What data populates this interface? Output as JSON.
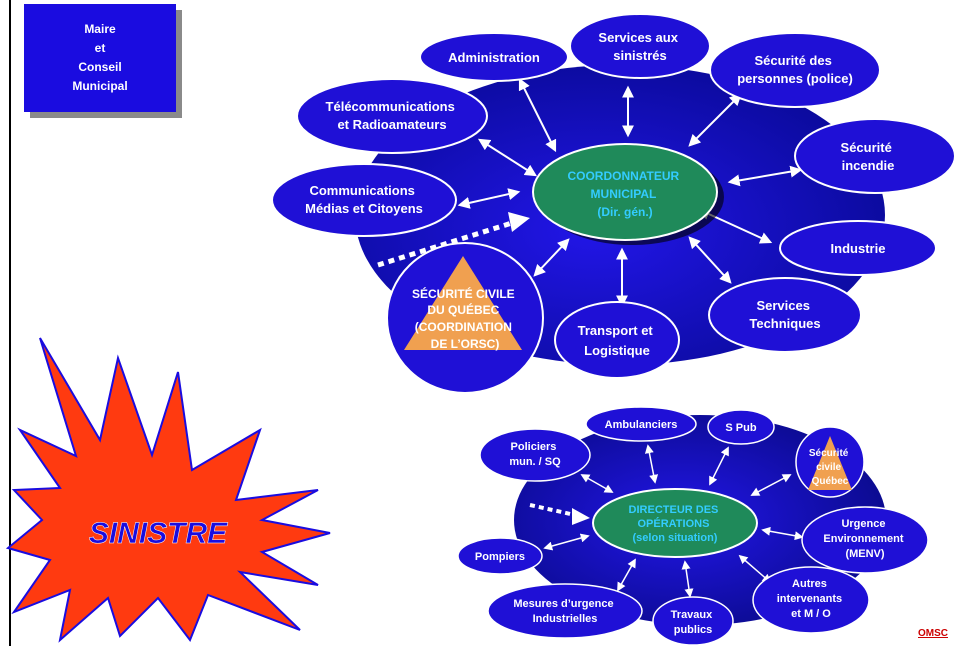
{
  "mayor_box": {
    "line1": "Maire",
    "line2": "et",
    "line3": "Conseil",
    "line4": "Municipal"
  },
  "top_diagram": {
    "center": {
      "line1": "COORDONNATEUR",
      "line2": "MUNICIPAL",
      "line3": "(Dir. gén.)"
    },
    "nodes": {
      "administration": {
        "line1": "Administration"
      },
      "services_sinistres": {
        "line1": "Services aux",
        "line2": "sinistrés"
      },
      "securite_personnes": {
        "line1": "Sécurité des",
        "line2": "personnes (police)"
      },
      "telecom": {
        "line1": "Télécommunications",
        "line2": "et Radioamateurs"
      },
      "securite_incendie": {
        "line1": "Sécurité",
        "line2": "incendie"
      },
      "communications": {
        "line1": "Communications",
        "line2": "Médias et Citoyens"
      },
      "industrie": {
        "line1": "Industrie"
      },
      "services_techniques": {
        "line1": "Services",
        "line2": "Techniques"
      },
      "transport": {
        "line1": "Transport et",
        "line2": "Logistique"
      },
      "securite_civile": {
        "line1": "SÉCURITÉ CIVILE",
        "line2": "DU QUÉBEC",
        "line3": "(COORDINATION",
        "line4": "DE L’ORSC)"
      }
    }
  },
  "bottom_diagram": {
    "center": {
      "line1": "DIRECTEUR DES",
      "line2": "OPÉRATIONS",
      "line3": "(selon situation)"
    },
    "nodes": {
      "policiers": {
        "line1": "Policiers",
        "line2": "mun. / SQ"
      },
      "ambulanciers": {
        "line1": "Ambulanciers"
      },
      "spub": {
        "line1": "S Pub"
      },
      "securite_civile": {
        "line1": "Sécurité",
        "line2": "civile",
        "line3": "Québec"
      },
      "urgence_env": {
        "line1": "Urgence",
        "line2": "Environnement",
        "line3": "(MENV)"
      },
      "pompiers": {
        "line1": "Pompiers"
      },
      "autres": {
        "line1": "Autres",
        "line2": "intervenants",
        "line3": "et M / O"
      },
      "mesures": {
        "line1": "Mesures d’urgence",
        "line2": "Industrielles"
      },
      "travaux": {
        "line1": "Travaux",
        "line2": "publics"
      }
    }
  },
  "sinistre_label": "SINISTRE",
  "footer": "OMSC",
  "colors": {
    "blue": "#1f10d6",
    "dark_blue": "#0a0a9a",
    "green": "#1f8a5a",
    "orange": "#f0a050",
    "red": "#ff3a10"
  }
}
